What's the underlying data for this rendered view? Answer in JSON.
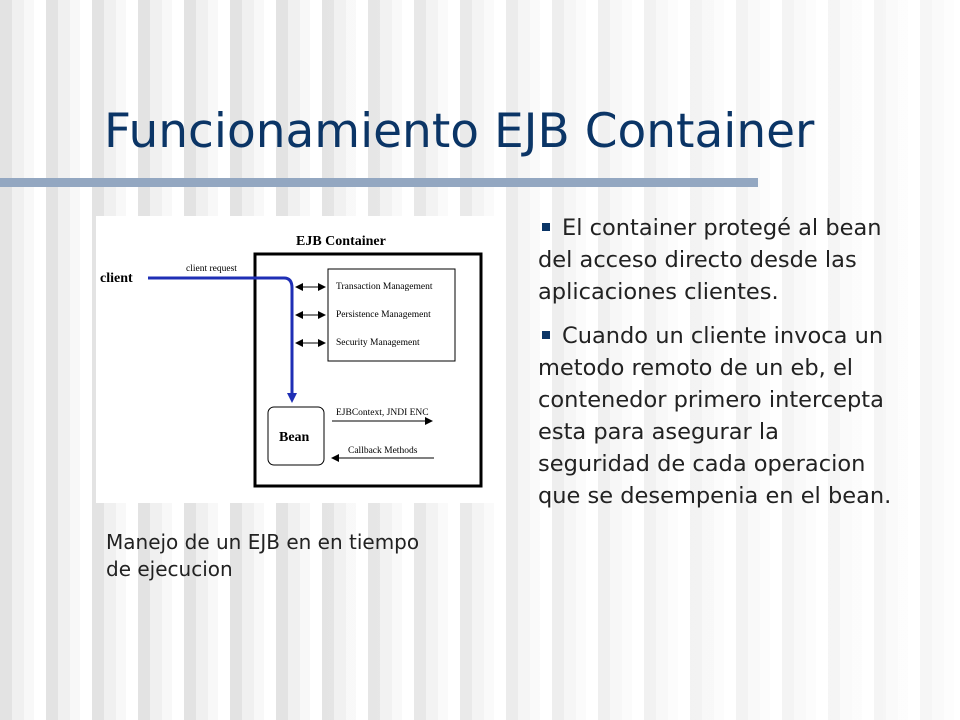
{
  "slide": {
    "title": "Funcionamiento EJB Container",
    "caption": "Manejo de un EJB en en tiempo de ejecucion",
    "bullets": [
      "El container protegé al bean del acceso directo desde las aplicaciones clientes.",
      "Cuando un cliente invoca un metodo remoto de un eb, el contenedor primero intercepta esta para asegurar la seguridad de cada operacion que se desempenia en el bean."
    ]
  },
  "diagram": {
    "container_label": "EJB Container",
    "client_label": "client",
    "request_label": "client request",
    "services": [
      "Transaction Management",
      "Persistence Management",
      "Security Management"
    ],
    "bean_label": "Bean",
    "context_label": "EJBContext, JNDI ENC",
    "callback_label": "Callback Methods"
  },
  "colors": {
    "title": "#0b3566",
    "rule": "#93a7c1",
    "request_arrow": "#1f2fb5"
  }
}
